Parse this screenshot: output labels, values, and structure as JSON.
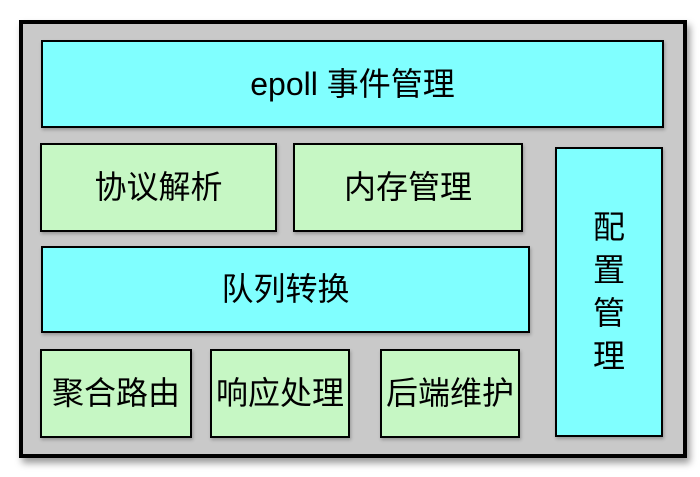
{
  "colors": {
    "cyan_fill": "#80FFFF",
    "green_fill": "#C6F7C4",
    "frame_fill": "#C9C9C9",
    "border_color": "#000000",
    "page_bg": "#FFFFFF"
  },
  "blocks": {
    "epoll": {
      "label": "epoll 事件管理"
    },
    "protocol": {
      "label": "协议解析"
    },
    "memory": {
      "label": "内存管理"
    },
    "queue": {
      "label": "队列转换"
    },
    "route": {
      "label": "聚合路由"
    },
    "response": {
      "label": "响应处理"
    },
    "backend": {
      "label": "后端维护"
    },
    "config": {
      "label": "配置管理"
    }
  }
}
